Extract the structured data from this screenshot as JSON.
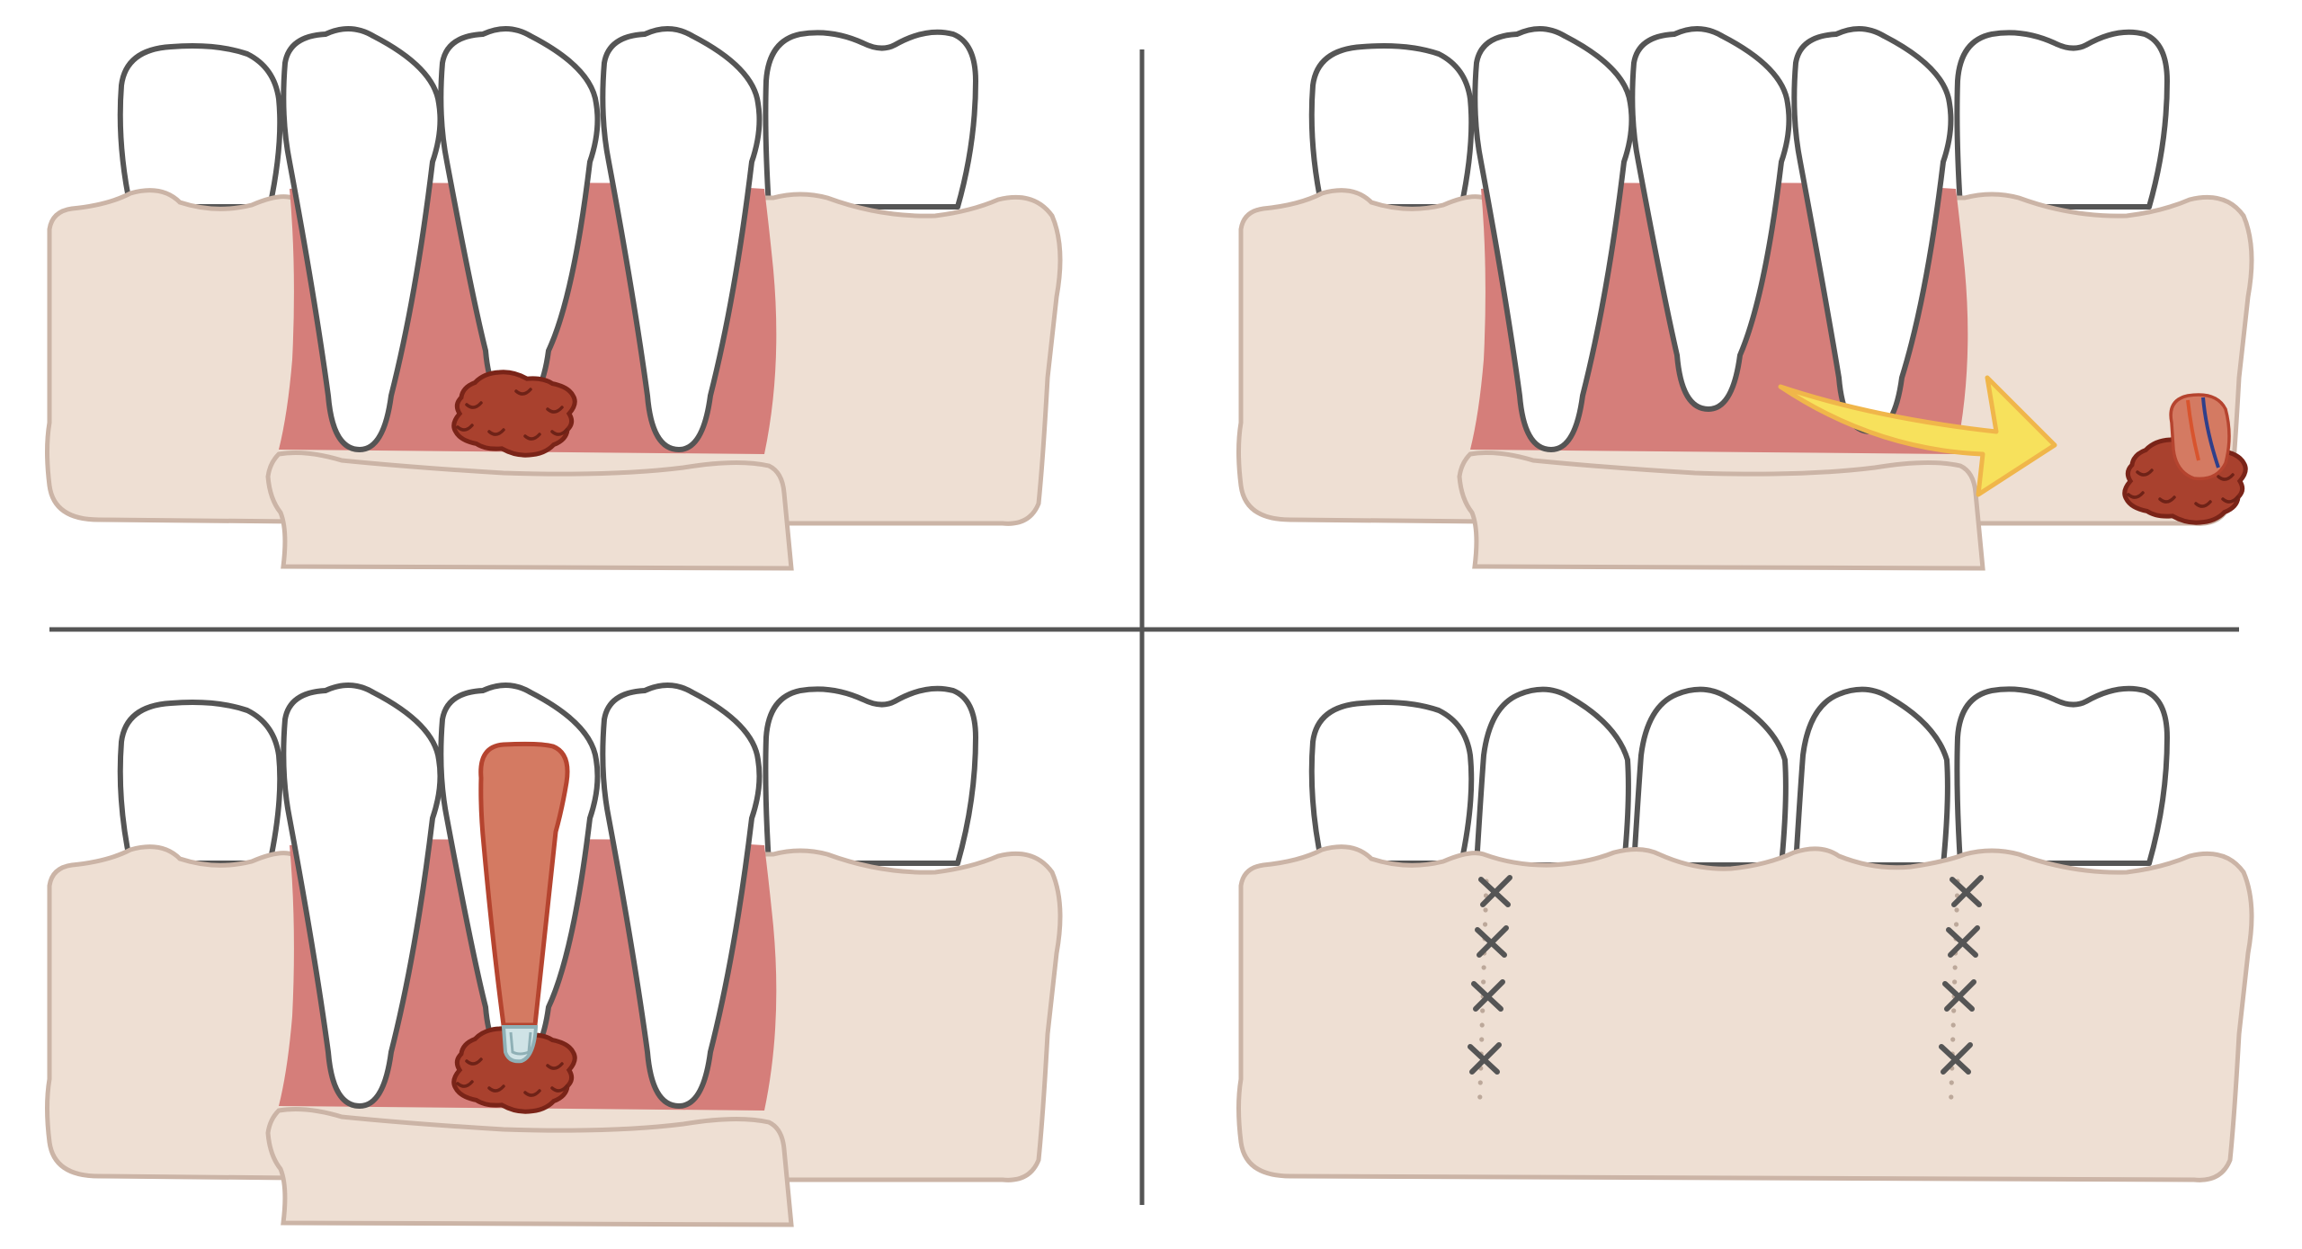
{
  "colors": {
    "background": "#ffffff",
    "divider": "#555555",
    "tooth_fill": "#ffffff",
    "tooth_outline": "#555555",
    "gum_fill": "#eedfd3",
    "gum_outline": "#cbb4a6",
    "exposed_tissue": "#d57e7a",
    "lesion_fill": "#a9412e",
    "lesion_outline": "#7a2418",
    "lesion_marks": "#6e2217",
    "root_filling": "#d47a62",
    "root_filling_outline": "#b5442f",
    "apex_seal": "#cfe3e6",
    "apex_seal_outline": "#8fb0b6",
    "arrow_fill": "#f7e15c",
    "arrow_outline": "#f0b64a",
    "root_tip_fill": "#d47a62",
    "vessel_red": "#d8542e",
    "vessel_blue": "#2f3f8a",
    "suture": "#555555",
    "suture_dots": "#bca89a"
  },
  "panels": [
    {
      "id": "flap-opened-lesion",
      "has_lesion": true,
      "has_flap": true,
      "has_root_filling": false,
      "has_arrow": false,
      "has_sutures": false
    },
    {
      "id": "lesion-and-root-tip-removed",
      "has_lesion": false,
      "has_flap": true,
      "has_root_filling": false,
      "has_arrow": true,
      "has_sutures": false
    },
    {
      "id": "root-end-filled",
      "has_lesion": true,
      "has_flap": true,
      "has_root_filling": true,
      "has_arrow": false,
      "has_sutures": false
    },
    {
      "id": "flap-sutured",
      "has_lesion": false,
      "has_flap": false,
      "has_root_filling": false,
      "has_arrow": false,
      "has_sutures": true
    }
  ]
}
